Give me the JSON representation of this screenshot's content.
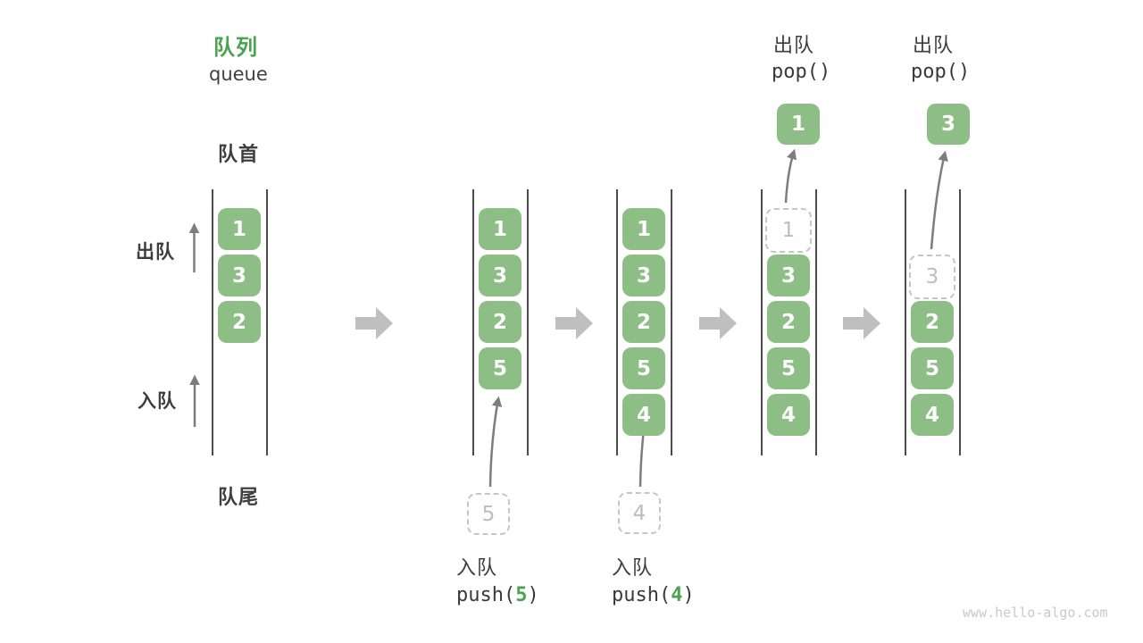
{
  "header": {
    "title_zh": "队列",
    "title_en": "queue"
  },
  "side_labels": {
    "front": "队首",
    "rear": "队尾",
    "dequeue": "出队",
    "enqueue": "入队"
  },
  "states": [
    {
      "name": "initial",
      "cells": [
        "1",
        "3",
        "2"
      ]
    },
    {
      "name": "after-push-5",
      "cells": [
        "1",
        "3",
        "2",
        "5"
      ],
      "pending": "5",
      "op": {
        "action": "入队",
        "code_pre": "push(",
        "code_arg": "5",
        "code_post": ")"
      }
    },
    {
      "name": "after-push-4",
      "cells": [
        "1",
        "3",
        "2",
        "5",
        "4"
      ],
      "pending": "4",
      "op": {
        "action": "入队",
        "code_pre": "push(",
        "code_arg": "4",
        "code_post": ")"
      }
    },
    {
      "name": "after-pop-1",
      "ghost": "1",
      "cells": [
        "3",
        "2",
        "5",
        "4"
      ],
      "popped": "1",
      "op": {
        "action": "出队",
        "code": "pop()"
      }
    },
    {
      "name": "after-pop-3",
      "ghost": "3",
      "cells": [
        "2",
        "5",
        "4"
      ],
      "popped": "3",
      "op": {
        "action": "出队",
        "code": "pop()"
      }
    }
  ],
  "watermark": "www.hello-algo.com",
  "colors": {
    "accent_green": "#4aa351",
    "box_green": "#8dbe86",
    "ghost_border": "#c6c6c6",
    "block_arrow_gray": "#bfbfbf",
    "thin_arrow_gray": "#7d7d7d",
    "text_dark": "#3e3e3e",
    "watermark_gray": "#c9c9c9"
  }
}
